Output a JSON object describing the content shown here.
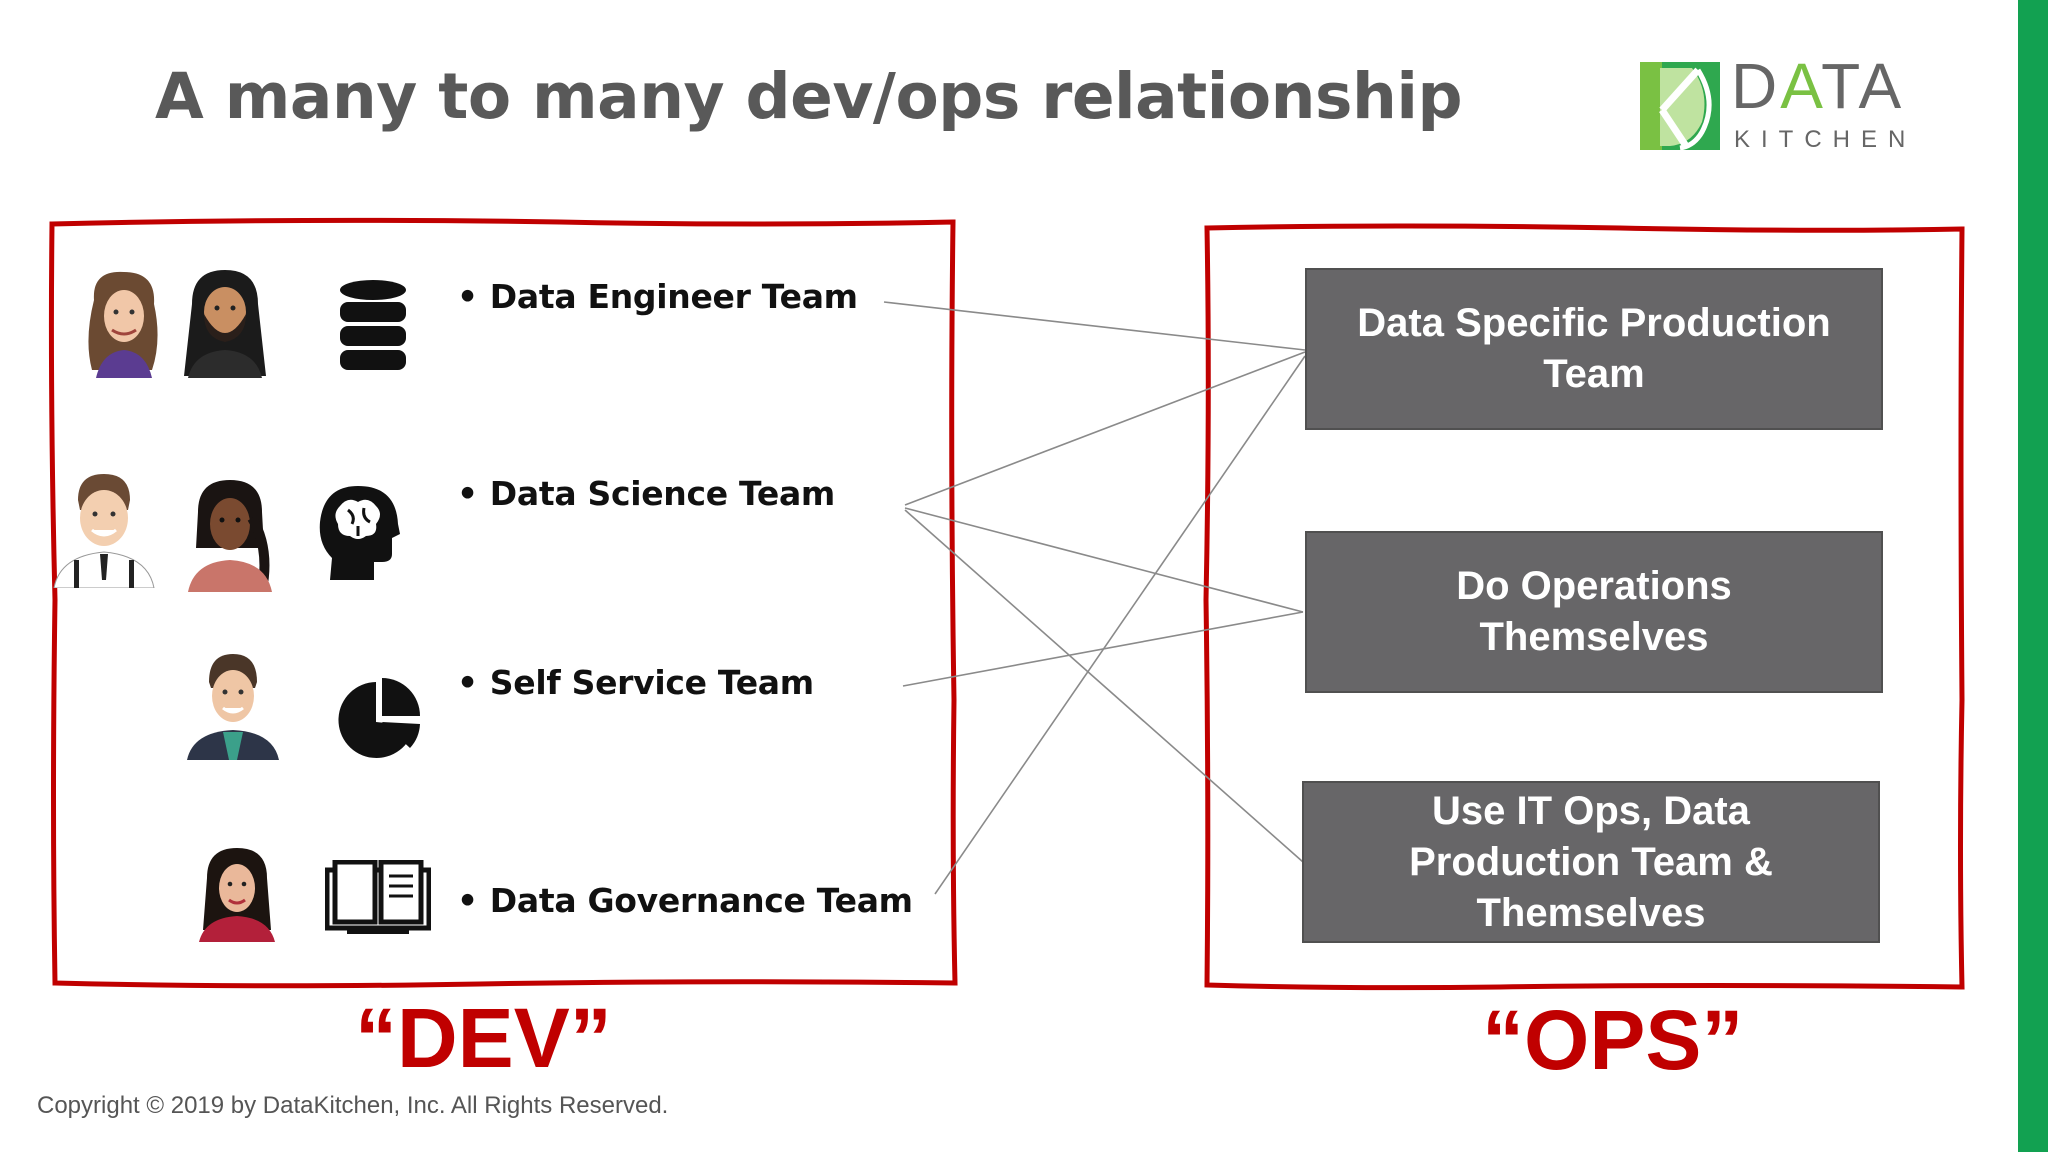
{
  "slide": {
    "title": "A many to many dev/ops relationship",
    "copyright": "Copyright © 2019 by DataKitchen, Inc.  All Rights Reserved."
  },
  "logo": {
    "word_pre": "D",
    "word_accent": "A",
    "word_post": "TA",
    "sub": "KITCHEN"
  },
  "dev": {
    "label": "“DEV”",
    "teams": [
      {
        "bullet": "•",
        "label": "Data Engineer Team",
        "icon": "database-icon"
      },
      {
        "bullet": "•",
        "label": "Data Science Team",
        "icon": "brain-head-icon"
      },
      {
        "bullet": "•",
        "label": "Self Service Team",
        "icon": "pie-chart-icon"
      },
      {
        "bullet": "•",
        "label": "Data Governance Team",
        "icon": "open-book-icon"
      }
    ]
  },
  "ops": {
    "label": "“OPS”",
    "boxes": [
      {
        "line1": "Data Specific Production",
        "line2": "Team",
        "line3": ""
      },
      {
        "line1": "Do Operations",
        "line2": "Themselves",
        "line3": ""
      },
      {
        "line1": "Use IT Ops, Data",
        "line2": "Production Team &",
        "line3": "Themselves"
      }
    ]
  },
  "colors": {
    "frame_red": "#c00000",
    "box_gray": "#676668",
    "accent_green": "#12a151",
    "logo_green": "#7ac143"
  }
}
